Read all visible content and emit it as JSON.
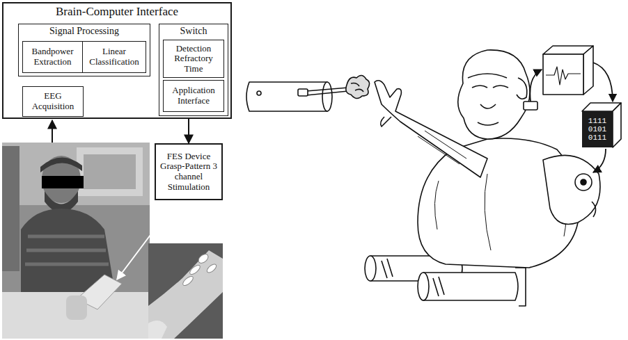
{
  "diagram": {
    "nodes": [
      {
        "text": [
          "Brain-Computer Interface"
        ]
      },
      {
        "text": [
          "Signal Processing"
        ],
        "in": 0
      },
      {
        "text": [
          "Bandpower Extraction"
        ],
        "in": 1
      },
      {
        "text": [
          "Linear Classification"
        ],
        "in": 1
      },
      {
        "text": [
          "EEG Acquisition"
        ],
        "in": 0
      },
      {
        "text": [
          "Switch"
        ],
        "in": 0
      },
      {
        "text": [
          "Detection Refractory Time"
        ],
        "in": 5
      },
      {
        "text": [
          "Application Interface"
        ],
        "in": 5
      },
      {
        "text": [
          "FES Device Grasp-Pattern 3 channel Stimulation"
        ]
      },
      {
        "text": [
          "1111 0101 0111"
        ]
      }
    ],
    "edges": [
      {
        "from": 4,
        "to": 1,
        "arrow": "to"
      },
      {
        "from": 1,
        "to": 5,
        "arrow": "to"
      },
      {
        "from": 0,
        "to": 8,
        "arrow": "to"
      }
    ]
  }
}
